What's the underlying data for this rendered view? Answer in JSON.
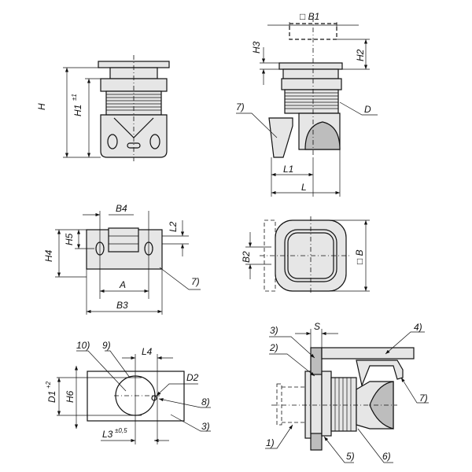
{
  "views": {
    "front": {
      "H": "H",
      "H1": "H1",
      "H1_tol": "±1"
    },
    "side": {
      "B1": "□ B1",
      "H3": "H3",
      "H2": "H2",
      "ref7": "7)",
      "D": "D",
      "L1": "L1",
      "L": "L"
    },
    "bottom": {
      "B4": "B4",
      "L2": "L2",
      "H5": "H5",
      "H4": "H4",
      "A": "A",
      "ref7": "7)",
      "B3": "B3"
    },
    "top": {
      "B2": "B2",
      "B": "□ B"
    },
    "cutout": {
      "ref10": "10)",
      "ref9": "9)",
      "L4": "L4",
      "D2": "D2",
      "ref8": "8)",
      "ref3": "3)",
      "D1": "D1",
      "D1_tol": "+2",
      "H6": "H6",
      "L3": "L3",
      "L3_tol": "±0,5"
    },
    "assembly": {
      "ref3": "3)",
      "S": "S",
      "ref2": "2)",
      "ref4": "4)",
      "ref7": "7)",
      "ref1": "1)",
      "ref5": "5)",
      "ref6": "6)"
    }
  }
}
